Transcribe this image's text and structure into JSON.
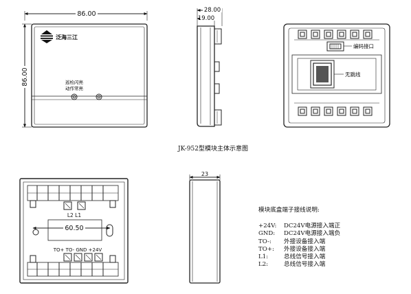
{
  "front_view": {
    "width_dimension": "86.00",
    "height_dimension": "86.00",
    "brand": "泛海三江",
    "indicator_label_line1": "巡检闪亮",
    "indicator_label_line2": "动作常亮"
  },
  "side_view": {
    "depth_dimension": "28.00",
    "depth_inner_dimension": "19.00"
  },
  "rear_view": {
    "encoding_port_label": "编码接口",
    "antenna_label": "无跳线"
  },
  "caption": "JK-952型模块主体示意图",
  "base_box_view": {
    "terminal_top_labels": "L2  L1",
    "width_dimension": "60.50",
    "terminal_bottom_labels": "TO+ TO- GND +24V"
  },
  "base_side_view": {
    "depth_dimension": "23"
  },
  "wiring_notes": {
    "title": "模块底盒端子接线说明:",
    "items": [
      {
        "terminal": "+24V:",
        "description": "DC24V电源接入端正"
      },
      {
        "terminal": "GND:",
        "description": "DC24V电源接入端负"
      },
      {
        "terminal": "TO-:",
        "description": "外接设备接入端"
      },
      {
        "terminal": "TO+:",
        "description": "外接设备接入端"
      },
      {
        "terminal": "L1:",
        "description": "总线信号接入端"
      },
      {
        "terminal": "L2:",
        "description": "总线信号接入端"
      }
    ]
  }
}
